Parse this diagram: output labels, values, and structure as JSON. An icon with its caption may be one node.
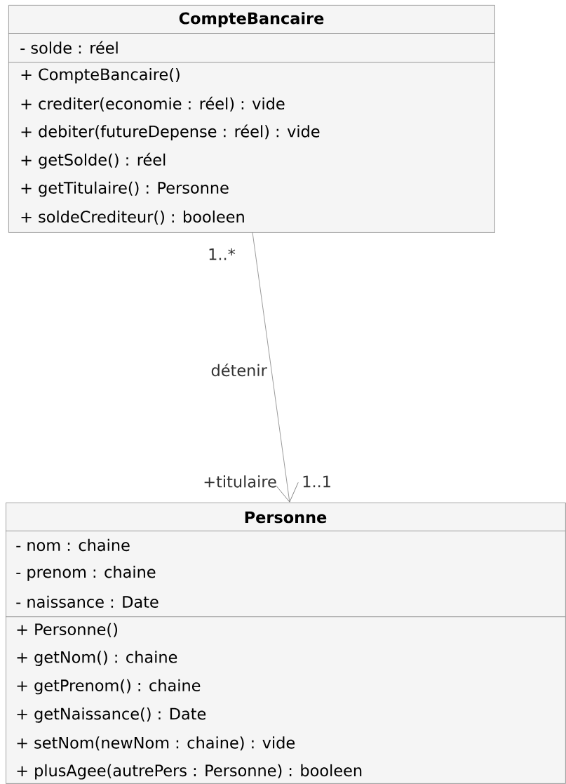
{
  "diagram": {
    "nodes": [
      {
        "text": [
          "CompteBancaire",
          "- solde : réel",
          "+ CompteBancaire()",
          "+ crediter(economie : réel) : vide",
          "+ debiter(futureDepense : réel) : vide",
          "+ getSolde() : réel",
          "+ getTitulaire() : Personne",
          "+ soldeCrediteur() : booleen"
        ]
      },
      {
        "text": [
          "Personne",
          "- nom : chaine",
          "- prenom : chaine",
          "- naissance : Date",
          "+ Personne()",
          "+ getNom() : chaine",
          "+ getPrenom() : chaine",
          "+ getNaissance() : Date",
          "+ setNom(newNom : chaine) : vide",
          "+ plusAgee(autrePers : Personne) : booleen"
        ]
      }
    ],
    "edges": [
      {
        "from": 0,
        "to": 1,
        "arrow": "to",
        "label": "détenir"
      }
    ],
    "labels": [
      "1..*",
      "+titulaire",
      "1..1"
    ]
  }
}
